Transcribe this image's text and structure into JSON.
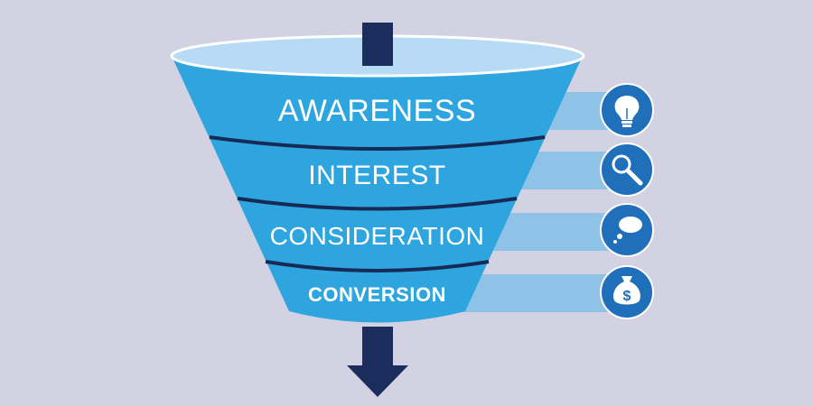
{
  "funnel": {
    "stages": [
      {
        "label": "AWARENESS",
        "icon": "lightbulb-icon"
      },
      {
        "label": "INTEREST",
        "icon": "magnifier-icon"
      },
      {
        "label": "CONSIDERATION",
        "icon": "speech-bubble-icon"
      },
      {
        "label": "CONVERSION",
        "icon": "money-bag-icon"
      }
    ],
    "money_symbol": "$"
  },
  "colors": {
    "background": "#d3d2e2",
    "funnel_blue": "#2ea5df",
    "funnel_rim": "#b7dbf4",
    "divider_navy": "#172a55",
    "arrow_navy": "#1b2d5c",
    "connector_blue": "#8fc2e7",
    "icon_circle": "#1f6fba"
  }
}
